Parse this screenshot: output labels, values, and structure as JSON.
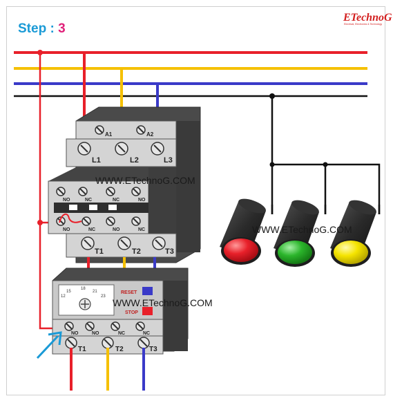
{
  "header": {
    "step_label": "Step : ",
    "step_number": "3"
  },
  "logo": {
    "text": "ETechnoG",
    "tagline": "Electrical, Electronics & Technology"
  },
  "watermark": "WWW.ETechnoG.COM",
  "colors": {
    "phase_l1": "#e8202a",
    "phase_l2": "#f5c000",
    "phase_l3": "#3a3ac8",
    "neutral": "#111111",
    "step_label": "#1a9ad6",
    "step_number": "#e0217a",
    "arrow": "#1a9ad6"
  },
  "contactor": {
    "coil_terminals": [
      "A1",
      "A2"
    ],
    "line_terminals": [
      "L1",
      "L2",
      "L3"
    ],
    "aux_top_labels": [
      "NO",
      "NC",
      "NC",
      "NO"
    ],
    "aux_bottom_labels": [
      "NO",
      "NC",
      "NO",
      "NC"
    ],
    "load_terminals": [
      "T1",
      "T2",
      "T3"
    ]
  },
  "overload_relay": {
    "dial_ticks": [
      "12",
      "15",
      "18",
      "21",
      "23"
    ],
    "reset_label": "RESET",
    "stop_label": "STOP",
    "aux_labels": [
      "NO",
      "NO",
      "NC",
      "NC"
    ],
    "load_terminals": [
      "T1",
      "T2",
      "T3"
    ]
  },
  "indicator_lamps": [
    {
      "name": "red-lamp",
      "color": "#e8202a"
    },
    {
      "name": "green-lamp",
      "color": "#2bb52b"
    },
    {
      "name": "yellow-lamp",
      "color": "#f5e400"
    }
  ]
}
